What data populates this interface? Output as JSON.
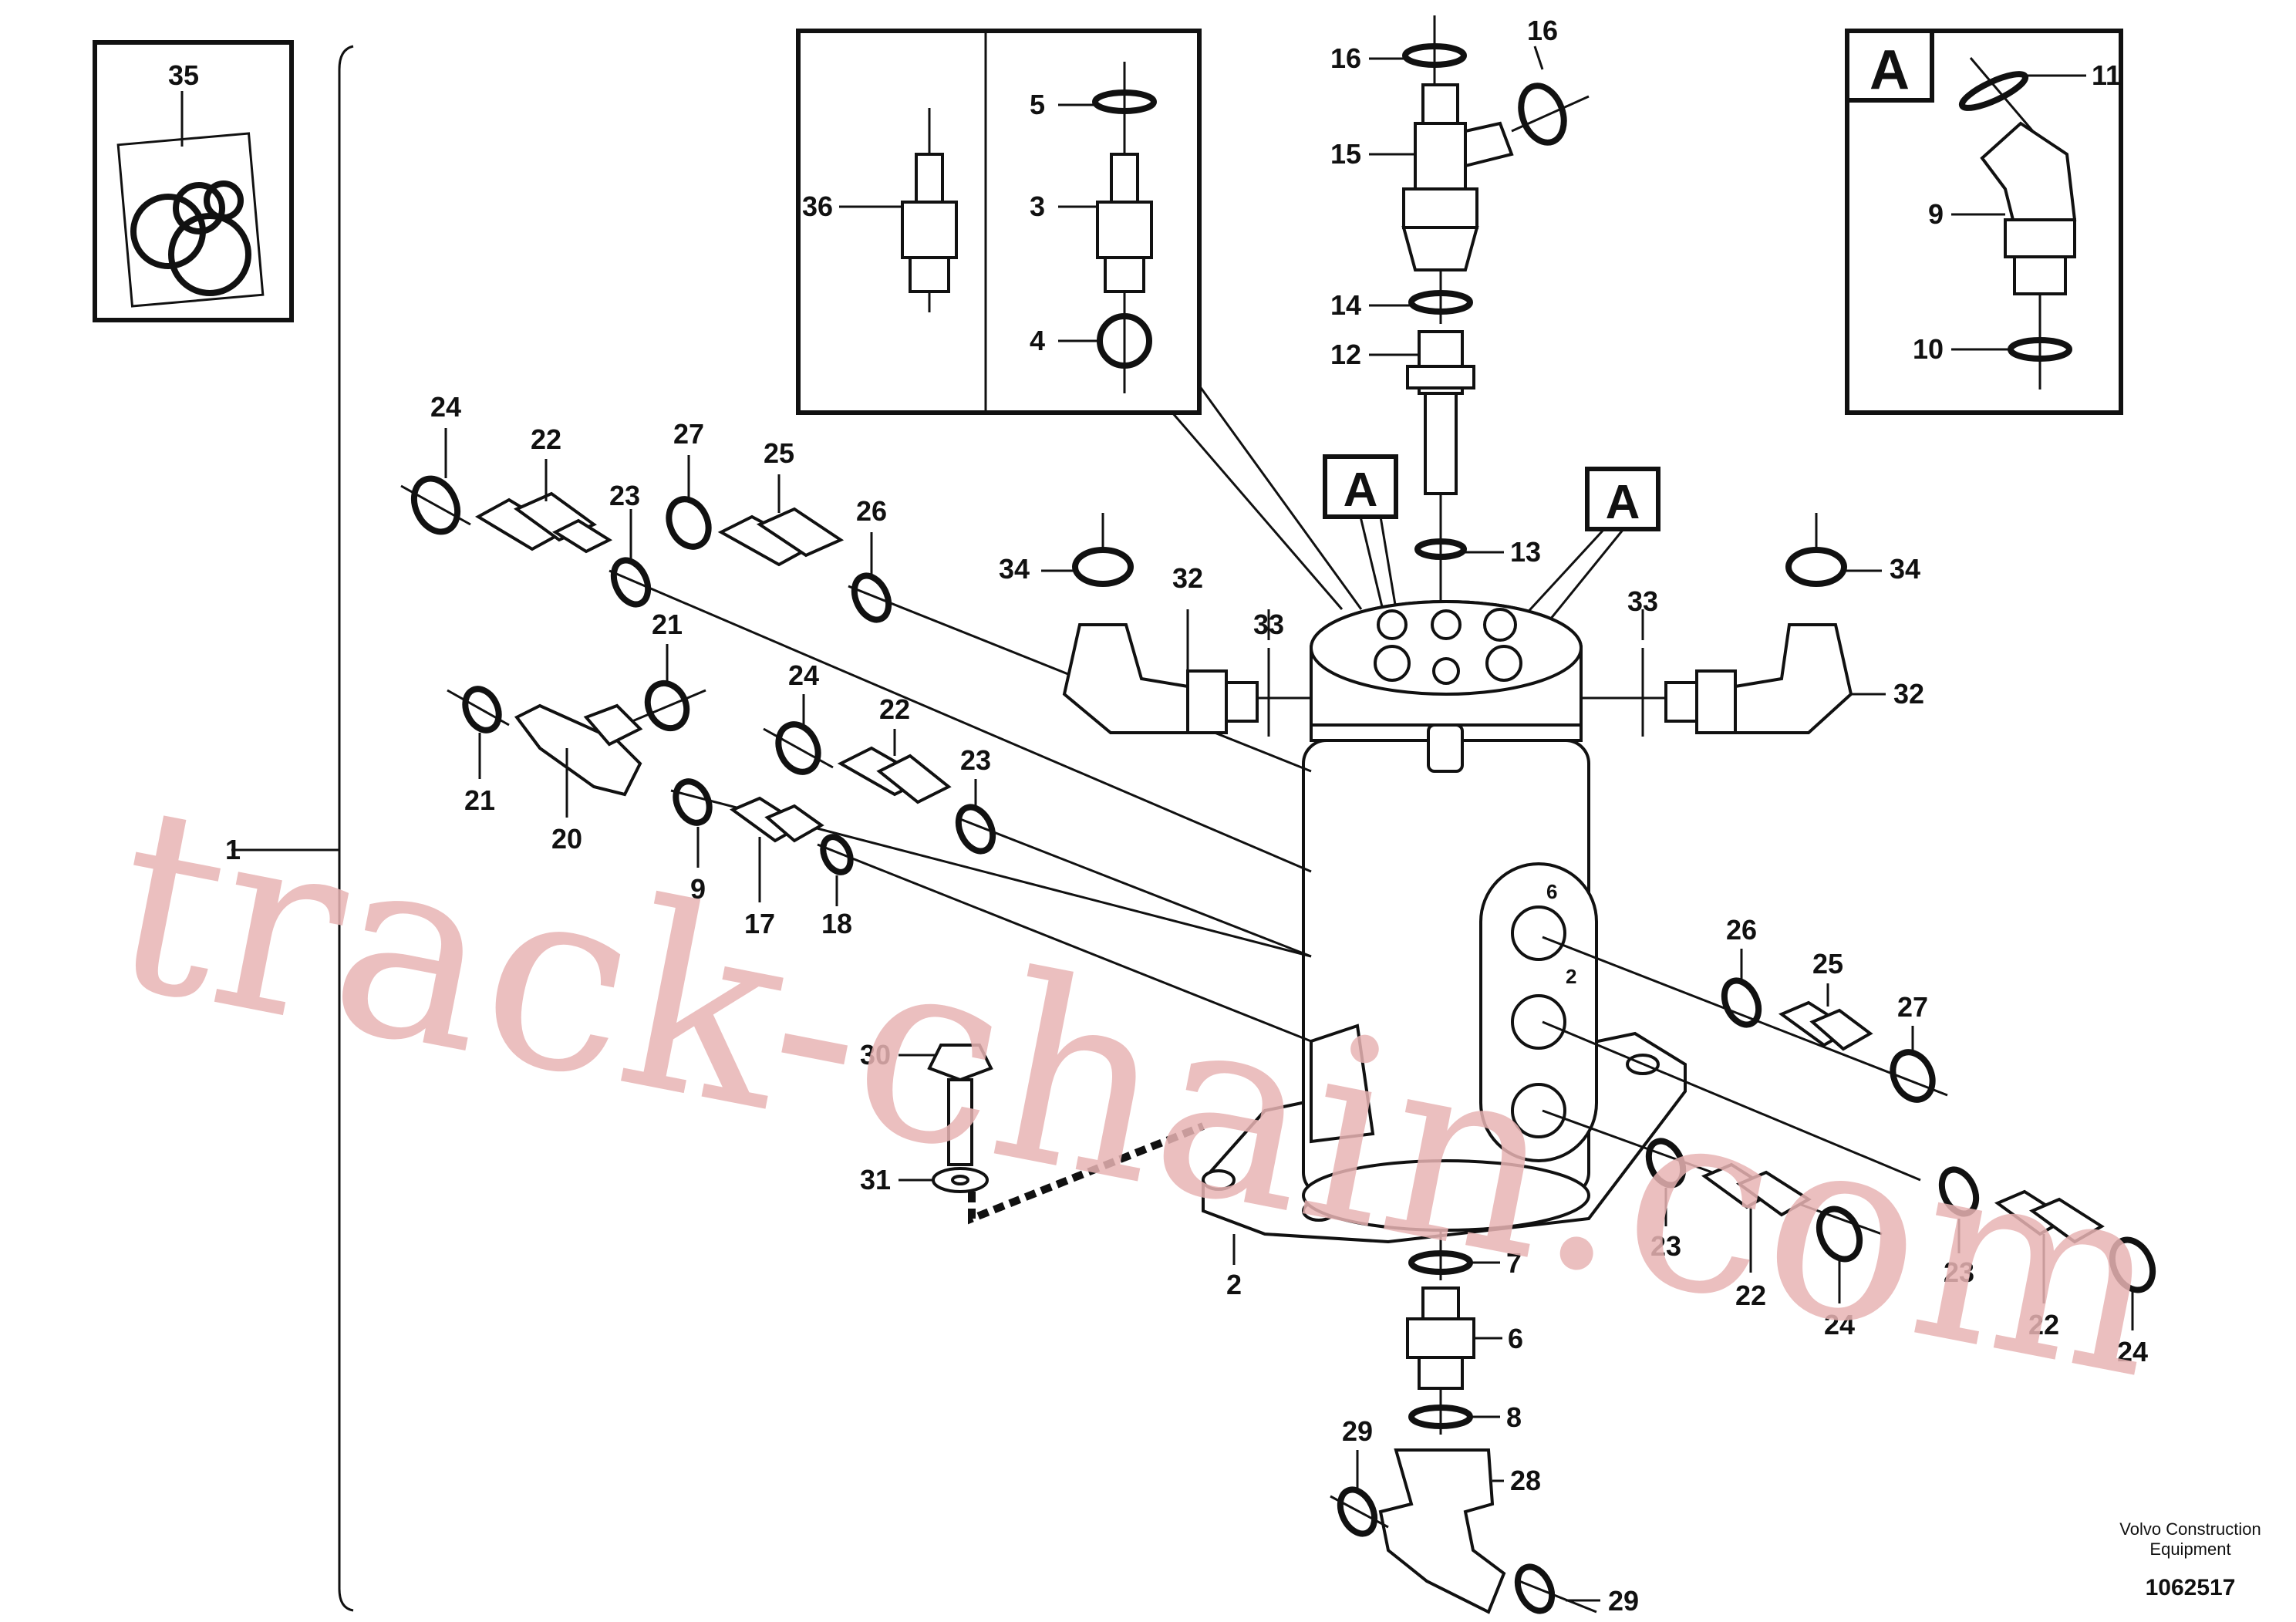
{
  "callouts": {
    "c35": "35",
    "c5": "5",
    "c36": "36",
    "c3": "3",
    "c4": "4",
    "c16a": "16",
    "c16b": "16",
    "c15": "15",
    "c14": "14",
    "c12": "12",
    "c13": "13",
    "c11": "11",
    "c9a": "9",
    "c10": "10",
    "c24a": "24",
    "c22a": "22",
    "c23a": "23",
    "c27a": "27",
    "c25a": "25",
    "c26a": "26",
    "c34a": "34",
    "c32a": "32",
    "c33a": "33",
    "c33b": "33",
    "c34b": "34",
    "c32b": "32",
    "c21a": "21",
    "c21b": "21",
    "c20": "20",
    "c9b": "9",
    "c17": "17",
    "c18": "18",
    "c24b": "24",
    "c22b": "22",
    "c23b": "23",
    "c1": "1",
    "c26b": "26",
    "c25b": "25",
    "c27b": "27",
    "c30": "30",
    "c31": "31",
    "c2": "2",
    "c7": "7",
    "c6": "6",
    "c8": "8",
    "c28": "28",
    "c29a": "29",
    "c29b": "29",
    "c23c": "23",
    "c22c": "22",
    "c24c": "24",
    "c23d": "23",
    "c22d": "22",
    "c24d": "24"
  },
  "detail_letter": "A",
  "port_numbers": {
    "p6": "6",
    "p2": "2"
  },
  "credit_line1": "Volvo Construction",
  "credit_line2": "Equipment",
  "document_number": "1062517",
  "watermark": "track-chain.com"
}
